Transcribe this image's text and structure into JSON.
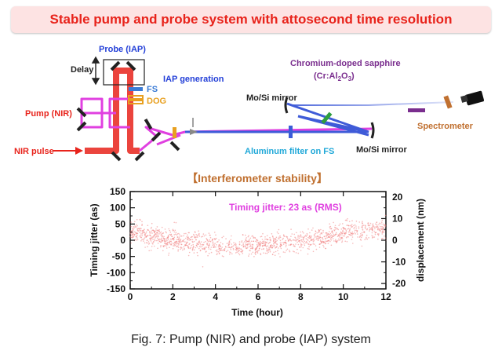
{
  "banner": {
    "title": "Stable pump and probe system with attosecond time resolution"
  },
  "diagram": {
    "labels": {
      "probe": "Probe (IAP)",
      "delay": "Delay",
      "fs": "FS",
      "dog": "DOG",
      "pump": "Pump (NIR)",
      "nir_pulse": "NIR pulse",
      "iap_generation": "IAP generation",
      "mosi_top": "Mo/Si mirror",
      "mosi_bottom": "Mo/Si mirror",
      "crystal_name": "Chromium-doped sapphire",
      "crystal_formula_a": "(Cr:Al",
      "crystal_sub_a": "2",
      "crystal_formula_b": "O",
      "crystal_sub_b": "3",
      "crystal_formula_c": ")",
      "aluminum_filter": "Aluminum filter on FS",
      "spectrometer": "Spectrometer"
    },
    "colors": {
      "nir_beam": "#e8231b",
      "pump_beam": "#e040e0",
      "xuv_beam": "#3f5bd8",
      "fs_window": "#3a7bd5",
      "dog_element": "#e8a020",
      "crystal": "#2e9e3e",
      "spectrometer": "#7a2e8e"
    }
  },
  "chart_data": {
    "type": "scatter",
    "title": "【Interferometer stability】",
    "annotation": "Timing jitter: 23 as (RMS)",
    "xlabel": "Time (hour)",
    "ylabel": "Timing jitter (as)",
    "y2label": "displacement (nm)",
    "xlim": [
      0,
      12
    ],
    "ylim": [
      -150,
      150
    ],
    "y2lim": [
      -22.5,
      22.5
    ],
    "xticks": [
      "0",
      "2",
      "4",
      "6",
      "8",
      "10",
      "12"
    ],
    "yticks": [
      "150",
      "100",
      "50",
      "0",
      "-50",
      "-100",
      "-150"
    ],
    "y2ticks": [
      "20",
      "10",
      "0",
      "-10",
      "-20"
    ],
    "series": [
      {
        "color": "#f08080",
        "x": [
          0,
          0.5,
          1,
          1.5,
          2,
          2.5,
          3,
          3.5,
          4,
          4.5,
          5,
          5.5,
          6,
          6.5,
          7,
          7.5,
          8,
          8.5,
          9,
          9.5,
          10,
          10.5,
          11,
          11.5,
          12
        ],
        "y": [
          30,
          22,
          12,
          5,
          0,
          -4,
          -8,
          -12,
          -16,
          -20,
          -20,
          -18,
          -16,
          -13,
          -10,
          -6,
          -3,
          2,
          8,
          15,
          22,
          28,
          32,
          32,
          30
        ],
        "spread_rms": 23
      }
    ]
  },
  "caption": {
    "text": "Fig. 7: Pump (NIR) and probe (IAP) system"
  }
}
